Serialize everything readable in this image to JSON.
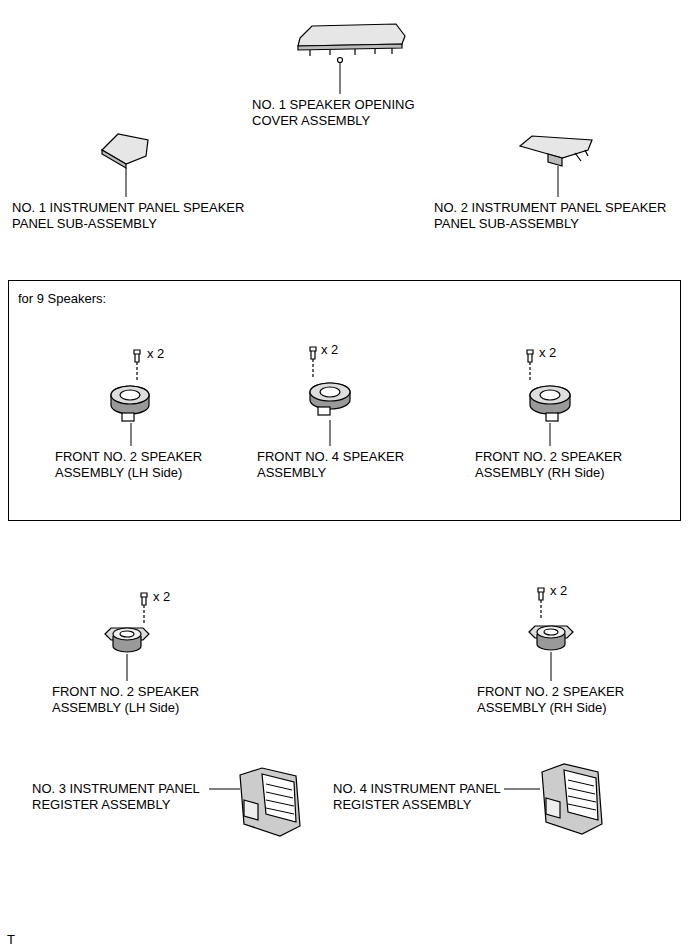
{
  "diagram": {
    "nodes": [
      {
        "text": [
          "for 9 Speakers:"
        ]
      }
    ],
    "labels": [
      "NO. 1 SPEAKER OPENING COVER ASSEMBLY",
      "NO. 1 INSTRUMENT PANEL SPEAKER PANEL SUB-ASSEMBLY",
      "NO. 2 INSTRUMENT PANEL SPEAKER PANEL SUB-ASSEMBLY",
      "x 2",
      "x 2",
      "x 2",
      "FRONT NO. 2 SPEAKER ASSEMBLY (LH Side)",
      "FRONT NO. 4 SPEAKER ASSEMBLY",
      "FRONT NO. 2 SPEAKER ASSEMBLY (RH Side)",
      "x 2",
      "x 2",
      "FRONT NO. 2 SPEAKER ASSEMBLY (LH Side)",
      "FRONT NO. 2 SPEAKER ASSEMBLY (RH Side)",
      "NO. 3 INSTRUMENT PANEL REGISTER ASSEMBLY",
      "NO. 4 INSTRUMENT PANEL REGISTER ASSEMBLY",
      "T"
    ]
  }
}
